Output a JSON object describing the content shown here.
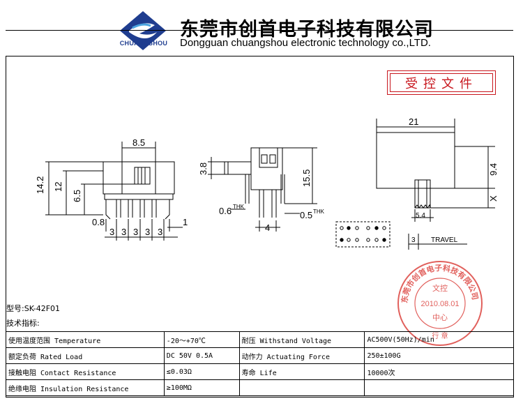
{
  "header": {
    "logo_text": "CHUANGSHOU",
    "company_cn": "东莞市创首电子科技有限公司",
    "company_en": "Dongguan chuangshou electronic technology co.,LTD."
  },
  "controlled_doc_label": "受控文件",
  "drawing": {
    "front": {
      "width": "8.5",
      "h_total": "14.2",
      "h_body": "12",
      "h_lever": "6.5",
      "pin_offset": "0.8",
      "pitches": [
        "3",
        "3",
        "3",
        "3",
        "3"
      ],
      "pin_edge": "1"
    },
    "side": {
      "lever": "3.8",
      "height": "15.5",
      "thk_left": "0.6",
      "thk_right": "0.5",
      "thk_label": "THK",
      "width": "4"
    },
    "right": {
      "length": "21",
      "height": "9.4",
      "x_label": "X",
      "lever": "5.4",
      "travel_value": "3",
      "travel_label": "TRAVEL"
    }
  },
  "stamp": {
    "ring_text": "东莞市创首电子科技有限公司",
    "line1": "文控",
    "date": "2010.08.01",
    "line2": "中心",
    "bottom": "行 章"
  },
  "model_line": "型号:SK-42F01",
  "spec_title": "技术指标:",
  "specs": [
    [
      "使用温度范围 Temperature",
      "-20～+70℃",
      "耐压 Withstand Voltage",
      "AC500V(50Hz)/min"
    ],
    [
      "额定负荷 Rated Load",
      "DC 50V 0.5A",
      "动作力 Actuating Force",
      "250±100G"
    ],
    [
      "接触电阻 Contact Resistance",
      "≤0.03Ω",
      "寿命 Life",
      "10000次"
    ],
    [
      "绝缘电阻 Insulation Resistance",
      "≥100MΩ",
      "",
      ""
    ]
  ]
}
